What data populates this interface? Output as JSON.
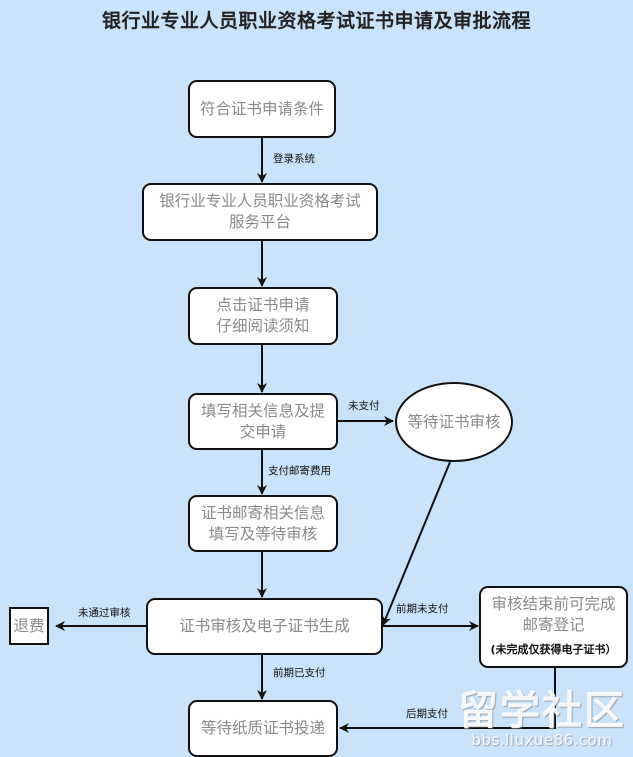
{
  "title": "银行业专业人员职业资格考试证书申请及审批流程",
  "colors": {
    "background": "#c9e3fa",
    "node_fill": "#ffffff",
    "node_border": "#111111",
    "node_text": "#8a8a8a",
    "edge": "#111111"
  },
  "nodes": {
    "n1": {
      "lines": [
        "符合证书申请条件"
      ],
      "shape": "rounded-rect"
    },
    "n2": {
      "lines": [
        "银行业专业人员职业资格考试",
        "服务平台"
      ],
      "shape": "rounded-rect"
    },
    "n3": {
      "lines": [
        "点击证书申请",
        "仔细阅读须知"
      ],
      "shape": "rounded-rect"
    },
    "n4": {
      "lines": [
        "填写相关信息及提",
        "交申请"
      ],
      "shape": "rounded-rect"
    },
    "n5": {
      "lines": [
        "等待证书审核"
      ],
      "shape": "ellipse"
    },
    "n6": {
      "lines": [
        "证书邮寄相关信息",
        "填写及等待审核"
      ],
      "shape": "rounded-rect"
    },
    "n7": {
      "lines": [
        "证书审核及电子证书生成"
      ],
      "shape": "rounded-rect"
    },
    "n8": {
      "lines": [
        "退费"
      ],
      "shape": "rect"
    },
    "n9": {
      "lines": [
        "审核结束前可完成",
        "邮寄登记"
      ],
      "note": "(未完成仅获得电子证书）",
      "shape": "rounded-rect"
    },
    "n10": {
      "lines": [
        "等待纸质证书投递"
      ],
      "shape": "rounded-rect"
    }
  },
  "edges": [
    {
      "from": "n1",
      "to": "n2",
      "label": "登录系统"
    },
    {
      "from": "n2",
      "to": "n3",
      "label": ""
    },
    {
      "from": "n3",
      "to": "n4",
      "label": ""
    },
    {
      "from": "n4",
      "to": "n5",
      "label": "未支付"
    },
    {
      "from": "n4",
      "to": "n6",
      "label": "支付邮寄费用"
    },
    {
      "from": "n5",
      "to": "n7",
      "label": ""
    },
    {
      "from": "n6",
      "to": "n7",
      "label": ""
    },
    {
      "from": "n7",
      "to": "n8",
      "label": "未通过审核"
    },
    {
      "from": "n7",
      "to": "n9",
      "label": "前期未支付"
    },
    {
      "from": "n7",
      "to": "n10",
      "label": "前期已支付"
    },
    {
      "from": "n9",
      "to": "n10",
      "label": "后期支付"
    }
  ],
  "watermark": {
    "main": "留学社区",
    "url": "bbs.liuxue86.com"
  }
}
